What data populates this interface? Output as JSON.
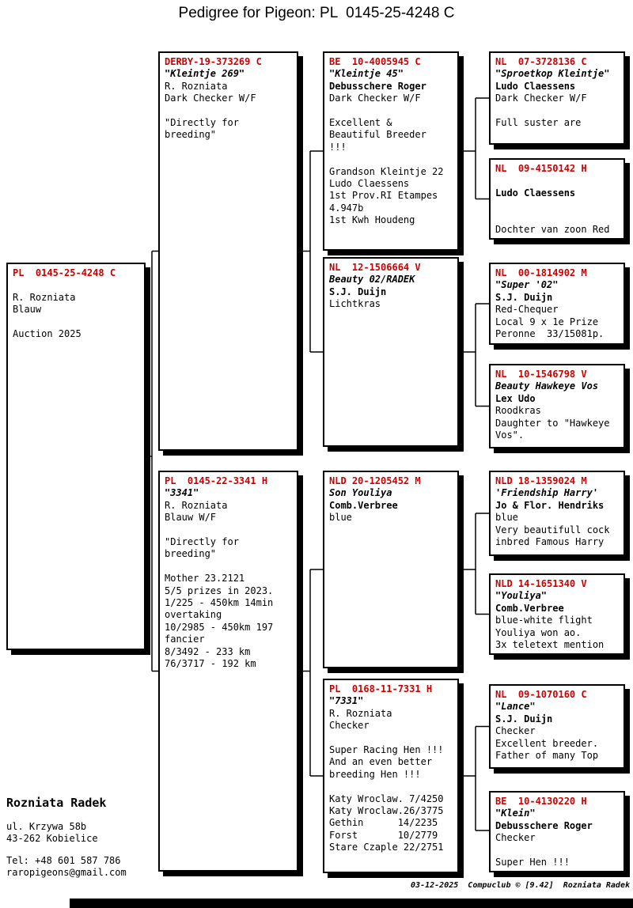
{
  "title": "Pedigree for Pigeon: PL  0145-25-4248 C",
  "colors": {
    "ring_number": "#cc0000",
    "box_border": "#000000",
    "connector": "#000000"
  },
  "boxes": [
    {
      "role": "subject",
      "lines": [
        {
          "s": "ring",
          "t": "PL  0145-25-4248 C"
        },
        {
          "s": "blank",
          "t": ""
        },
        {
          "s": "plain",
          "t": "R. Rozniata"
        },
        {
          "s": "plain",
          "t": "Blauw"
        },
        {
          "s": "blank",
          "t": ""
        },
        {
          "s": "plain",
          "t": "Auction 2025"
        }
      ]
    },
    {
      "role": "sire",
      "lines": [
        {
          "s": "ring",
          "t": "DERBY-19-373269 C"
        },
        {
          "s": "name",
          "t": "\"Kleintje 269\""
        },
        {
          "s": "plain",
          "t": "R. Rozniata"
        },
        {
          "s": "plain",
          "t": "Dark Checker W/F"
        },
        {
          "s": "blank",
          "t": ""
        },
        {
          "s": "plain",
          "t": "\"Directly for"
        },
        {
          "s": "plain",
          "t": "breeding\""
        }
      ]
    },
    {
      "role": "dam",
      "lines": [
        {
          "s": "ring",
          "t": "PL  0145-22-3341 H"
        },
        {
          "s": "name",
          "t": "\"3341\""
        },
        {
          "s": "plain",
          "t": "R. Rozniata"
        },
        {
          "s": "plain",
          "t": "Blauw W/F"
        },
        {
          "s": "blank",
          "t": ""
        },
        {
          "s": "plain",
          "t": "\"Directly for"
        },
        {
          "s": "plain",
          "t": "breeding\""
        },
        {
          "s": "blank",
          "t": ""
        },
        {
          "s": "plain",
          "t": "Mother 23.2121"
        },
        {
          "s": "plain",
          "t": "5/5 prizes in 2023."
        },
        {
          "s": "plain",
          "t": "1/225 - 450km 14min"
        },
        {
          "s": "plain",
          "t": "overtaking"
        },
        {
          "s": "plain",
          "t": "10/2985 - 450km 197"
        },
        {
          "s": "plain",
          "t": "fancier"
        },
        {
          "s": "plain",
          "t": "8/3492 - 233 km"
        },
        {
          "s": "plain",
          "t": "76/3717 - 192 km"
        }
      ]
    },
    {
      "role": "sire-sire",
      "lines": [
        {
          "s": "ring",
          "t": "BE  10-4005945 C"
        },
        {
          "s": "name",
          "t": "\"Kleintje 45\""
        },
        {
          "s": "breeder",
          "t": "Debusschere Roger"
        },
        {
          "s": "plain",
          "t": "Dark Checker W/F"
        },
        {
          "s": "blank",
          "t": ""
        },
        {
          "s": "plain",
          "t": "Excellent &"
        },
        {
          "s": "plain",
          "t": "Beautiful Breeder"
        },
        {
          "s": "plain",
          "t": "!!!"
        },
        {
          "s": "blank",
          "t": ""
        },
        {
          "s": "plain",
          "t": "Grandson Kleintje 22"
        },
        {
          "s": "plain",
          "t": "Ludo Claessens"
        },
        {
          "s": "plain",
          "t": "1st Prov.RI Etampes"
        },
        {
          "s": "plain",
          "t": "4.947b"
        },
        {
          "s": "plain",
          "t": "1st Kwh Houdeng"
        }
      ]
    },
    {
      "role": "sire-dam",
      "lines": [
        {
          "s": "ring",
          "t": "NL  12-1506664 V"
        },
        {
          "s": "name",
          "t": "Beauty 02/RADEK"
        },
        {
          "s": "breeder",
          "t": "S.J. Duijn"
        },
        {
          "s": "plain",
          "t": "Lichtkras"
        }
      ]
    },
    {
      "role": "dam-sire",
      "lines": [
        {
          "s": "ring",
          "t": "NLD 20-1205452 M"
        },
        {
          "s": "name",
          "t": "Son Youliya"
        },
        {
          "s": "breeder",
          "t": "Comb.Verbree"
        },
        {
          "s": "plain",
          "t": "blue"
        }
      ]
    },
    {
      "role": "dam-dam",
      "lines": [
        {
          "s": "ring",
          "t": "PL  0168-11-7331 H"
        },
        {
          "s": "name",
          "t": "\"7331\""
        },
        {
          "s": "plain",
          "t": "R. Rozniata"
        },
        {
          "s": "plain",
          "t": "Checker"
        },
        {
          "s": "blank",
          "t": ""
        },
        {
          "s": "plain",
          "t": "Super Racing Hen !!!"
        },
        {
          "s": "plain",
          "t": "And an even better"
        },
        {
          "s": "plain",
          "t": "breeding Hen !!!"
        },
        {
          "s": "blank",
          "t": ""
        },
        {
          "s": "plain",
          "t": "Katy Wroclaw. 7/4250"
        },
        {
          "s": "plain",
          "t": "Katy Wroclaw.26/3775"
        },
        {
          "s": "plain",
          "t": "Gethin      14/2235"
        },
        {
          "s": "plain",
          "t": "Forst       10/2779"
        },
        {
          "s": "plain",
          "t": "Stare Czaple 22/2751"
        }
      ]
    },
    {
      "role": "sire-sire-sire",
      "lines": [
        {
          "s": "ring",
          "t": "NL  07-3728136 C"
        },
        {
          "s": "name",
          "t": "\"Sproetkop Kleintje\""
        },
        {
          "s": "breeder",
          "t": "Ludo Claessens"
        },
        {
          "s": "plain",
          "t": "Dark Checker W/F"
        },
        {
          "s": "blank",
          "t": ""
        },
        {
          "s": "plain",
          "t": "Full suster are"
        }
      ]
    },
    {
      "role": "sire-sire-dam",
      "lines": [
        {
          "s": "ring",
          "t": "NL  09-4150142 H"
        },
        {
          "s": "blank",
          "t": ""
        },
        {
          "s": "breeder",
          "t": "Ludo Claessens"
        },
        {
          "s": "blank",
          "t": ""
        },
        {
          "s": "blank",
          "t": ""
        },
        {
          "s": "plain",
          "t": "Dochter van zoon Red"
        }
      ]
    },
    {
      "role": "sire-dam-sire",
      "lines": [
        {
          "s": "ring",
          "t": "NL  00-1814902 M"
        },
        {
          "s": "name",
          "t": "\"Super '02\""
        },
        {
          "s": "breeder",
          "t": "S.J. Duijn"
        },
        {
          "s": "plain",
          "t": "Red-Chequer"
        },
        {
          "s": "plain",
          "t": "Local 9 x 1e Prize"
        },
        {
          "s": "plain",
          "t": "Peronne  33/15081p."
        }
      ]
    },
    {
      "role": "sire-dam-dam",
      "lines": [
        {
          "s": "ring",
          "t": "NL  10-1546798 V"
        },
        {
          "s": "name",
          "t": "Beauty Hawkeye Vos"
        },
        {
          "s": "breeder",
          "t": "Lex Udo"
        },
        {
          "s": "plain",
          "t": "Roodkras"
        },
        {
          "s": "plain",
          "t": "Daughter to \"Hawkeye"
        },
        {
          "s": "plain",
          "t": "Vos\"."
        }
      ]
    },
    {
      "role": "dam-sire-sire",
      "lines": [
        {
          "s": "ring",
          "t": "NLD 18-1359024 M"
        },
        {
          "s": "name",
          "t": "'Friendship Harry'"
        },
        {
          "s": "breeder",
          "t": "Jo & Flor. Hendriks"
        },
        {
          "s": "plain",
          "t": "blue"
        },
        {
          "s": "plain",
          "t": "Very beautifull cock"
        },
        {
          "s": "plain",
          "t": "inbred Famous Harry"
        }
      ]
    },
    {
      "role": "dam-sire-dam",
      "lines": [
        {
          "s": "ring",
          "t": "NLD 14-1651340 V"
        },
        {
          "s": "name",
          "t": "\"Youliya\""
        },
        {
          "s": "breeder",
          "t": "Comb.Verbree"
        },
        {
          "s": "plain",
          "t": "blue-white flight"
        },
        {
          "s": "plain",
          "t": "Youliya won ao."
        },
        {
          "s": "plain",
          "t": "3x teletext mention"
        }
      ]
    },
    {
      "role": "dam-dam-sire",
      "lines": [
        {
          "s": "ring",
          "t": "NL  09-1070160 C"
        },
        {
          "s": "name",
          "t": "\"Lance\""
        },
        {
          "s": "breeder",
          "t": "S.J. Duijn"
        },
        {
          "s": "plain",
          "t": "Checker"
        },
        {
          "s": "plain",
          "t": "Excellent breeder."
        },
        {
          "s": "plain",
          "t": "Father of many Top"
        }
      ]
    },
    {
      "role": "dam-dam-dam",
      "lines": [
        {
          "s": "ring",
          "t": "BE  10-4130220 H"
        },
        {
          "s": "name",
          "t": "\"Klein\""
        },
        {
          "s": "breeder",
          "t": "Debusschere Roger"
        },
        {
          "s": "plain",
          "t": "Checker"
        },
        {
          "s": "blank",
          "t": ""
        },
        {
          "s": "plain",
          "t": "Super Hen !!!"
        }
      ]
    }
  ],
  "footer": {
    "name": "Rozniata Radek",
    "address_line1": "ul. Krzywa 58b",
    "address_line2": "43-262 Kobielice",
    "phone": "Tel: +48 601 587 786",
    "email": "raropigeons@gmail.com"
  },
  "credit": "03-12-2025  Compuclub © [9.42]  Rozniata Radek"
}
